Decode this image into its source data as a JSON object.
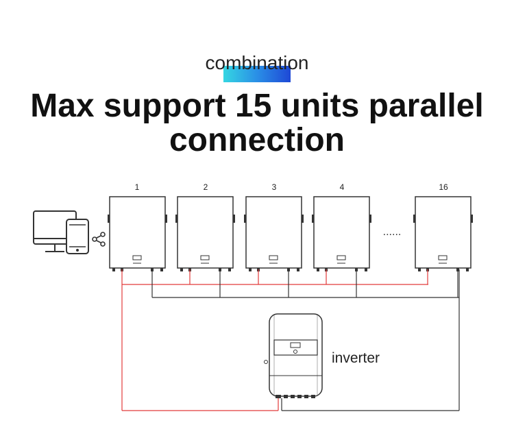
{
  "header": {
    "subtitle": "combination",
    "title_line1": "Max support 15 units parallel",
    "title_line2": "connection"
  },
  "diagram": {
    "unit_labels": [
      "1",
      "2",
      "3",
      "4",
      "16"
    ],
    "ellipsis": "......",
    "inverter_label": "inverter",
    "colors": {
      "red_wire": "#e23a3a",
      "black_wire": "#333333",
      "accent_gradient_start": "#35d6e2",
      "accent_gradient_end": "#1e48d6"
    },
    "icons": [
      "monitor-icon",
      "phone-icon",
      "share-icon"
    ]
  }
}
